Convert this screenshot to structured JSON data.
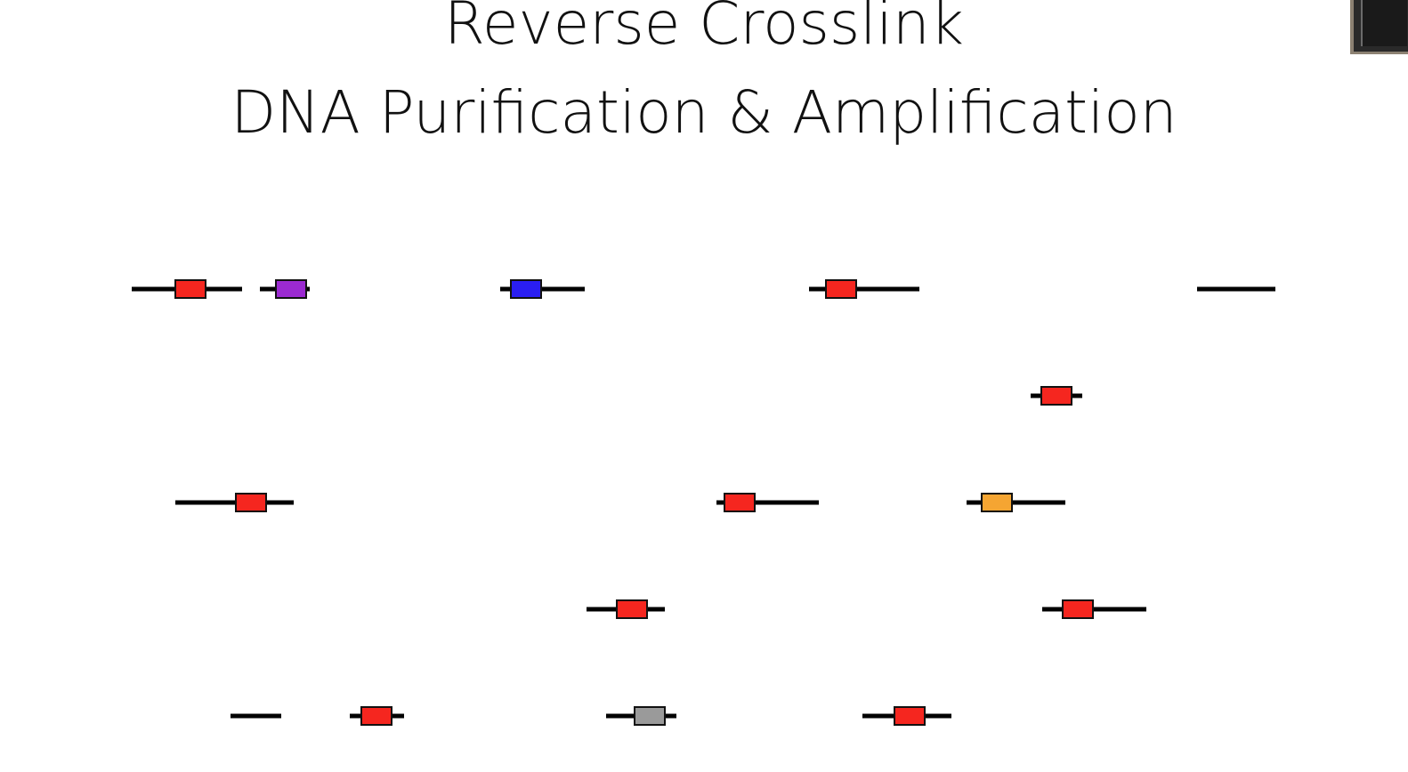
{
  "title": {
    "line1": "Reverse Crosslink",
    "line2": "DNA Purification & Amplification"
  },
  "colors": {
    "dna_strand": "#000000",
    "protein_red": "#f5261f",
    "protein_purple": "#9b2ad1",
    "protein_blue": "#2a1ef2",
    "protein_orange": "#f5a532",
    "protein_gray": "#9a9a9a"
  },
  "fragments": [
    {
      "row": 1,
      "protein": "red"
    },
    {
      "row": 1,
      "protein": "purple"
    },
    {
      "row": 1,
      "protein": "blue"
    },
    {
      "row": 1,
      "protein": "red"
    },
    {
      "row": 1,
      "protein": "none"
    },
    {
      "row": 2,
      "protein": "red"
    },
    {
      "row": 3,
      "protein": "red"
    },
    {
      "row": 3,
      "protein": "red"
    },
    {
      "row": 3,
      "protein": "orange"
    },
    {
      "row": 4,
      "protein": "red"
    },
    {
      "row": 4,
      "protein": "red"
    },
    {
      "row": 5,
      "protein": "none"
    },
    {
      "row": 5,
      "protein": "red"
    },
    {
      "row": 5,
      "protein": "gray"
    },
    {
      "row": 5,
      "protein": "red"
    }
  ]
}
